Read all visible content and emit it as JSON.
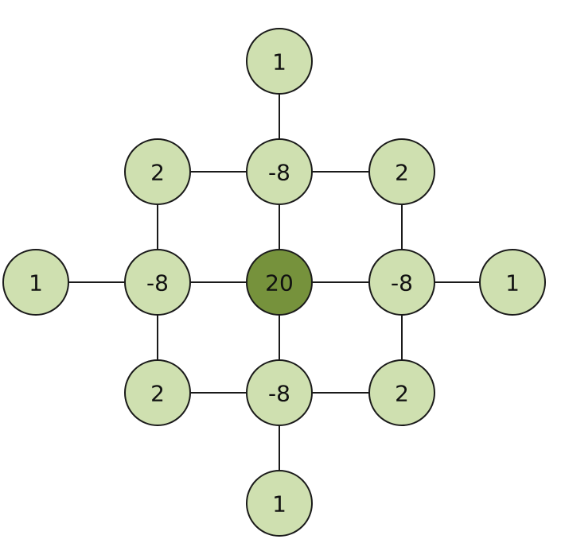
{
  "colors": {
    "node_fill": "#cfe0b0",
    "center_fill": "#76923c",
    "stroke": "#1a1a1a"
  },
  "nodes": [
    {
      "id": "top-far",
      "label": "1"
    },
    {
      "id": "top-left-diag",
      "label": "2"
    },
    {
      "id": "top-near",
      "label": "-8"
    },
    {
      "id": "top-right-diag",
      "label": "2"
    },
    {
      "id": "left-far",
      "label": "1"
    },
    {
      "id": "left-near",
      "label": "-8"
    },
    {
      "id": "center",
      "label": "20"
    },
    {
      "id": "right-near",
      "label": "-8"
    },
    {
      "id": "right-far",
      "label": "1"
    },
    {
      "id": "bottom-left-diag",
      "label": "2"
    },
    {
      "id": "bottom-near",
      "label": "-8"
    },
    {
      "id": "bottom-right-diag",
      "label": "2"
    },
    {
      "id": "bottom-far",
      "label": "1"
    }
  ],
  "edges": [
    [
      "top-far",
      "top-near"
    ],
    [
      "top-left-diag",
      "top-near"
    ],
    [
      "top-near",
      "top-right-diag"
    ],
    [
      "top-left-diag",
      "left-near"
    ],
    [
      "top-near",
      "center"
    ],
    [
      "top-right-diag",
      "right-near"
    ],
    [
      "left-far",
      "left-near"
    ],
    [
      "left-near",
      "center"
    ],
    [
      "center",
      "right-near"
    ],
    [
      "right-near",
      "right-far"
    ],
    [
      "left-near",
      "bottom-left-diag"
    ],
    [
      "center",
      "bottom-near"
    ],
    [
      "right-near",
      "bottom-right-diag"
    ],
    [
      "bottom-left-diag",
      "bottom-near"
    ],
    [
      "bottom-near",
      "bottom-right-diag"
    ],
    [
      "bottom-near",
      "bottom-far"
    ]
  ]
}
